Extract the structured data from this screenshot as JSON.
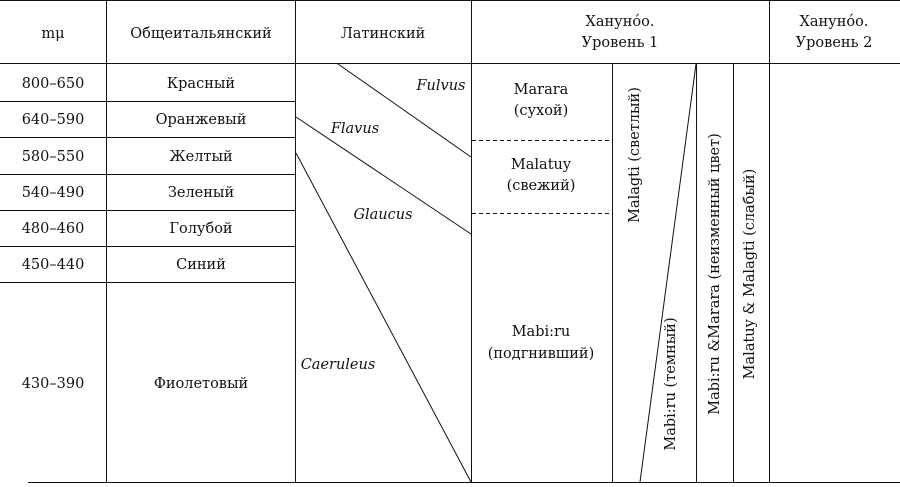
{
  "headers": {
    "wavelength": "mμ",
    "common_italian": "Общеитальянский",
    "latin": "Латинский",
    "hanunoo_1_line1": "Ханунóо.",
    "hanunoo_1_line2": "Уровень 1",
    "hanunoo_2_line1": "Ханунóо.",
    "hanunoo_2_line2": "Уровень 2"
  },
  "rows": [
    {
      "range": "800–650",
      "color": "Красный"
    },
    {
      "range": "640–590",
      "color": "Оранжевый"
    },
    {
      "range": "580–550",
      "color": "Желтый"
    },
    {
      "range": "540–490",
      "color": "Зеленый"
    },
    {
      "range": "480–460",
      "color": "Голубой"
    },
    {
      "range": "450–440",
      "color": "Синий"
    },
    {
      "range": "430–390",
      "color": "Фиолетовый"
    }
  ],
  "latin_terms": {
    "fulvus": "Fulvus",
    "flavus": "Flavus",
    "glaucus": "Glaucus",
    "caeruleus": "Caeruleus"
  },
  "hanunoo_level1": {
    "marara": "Marara",
    "marara_gloss": "(сухой)",
    "malatuy": "Malatuy",
    "malatuy_gloss": "(свежий)",
    "mabiru": "Mabi:ru",
    "mabiru_gloss": "(подгнивший)"
  },
  "hanunoo_vertical": {
    "malagti_light": "Malagti (светлый)",
    "mabiru_dark": "Mabi:ru (темный)",
    "mabiru_marara": "Mabi:ru &Marara (неизменный цвет)",
    "malatuy_malagti": "Malatuy & Malagti (слабый)"
  }
}
